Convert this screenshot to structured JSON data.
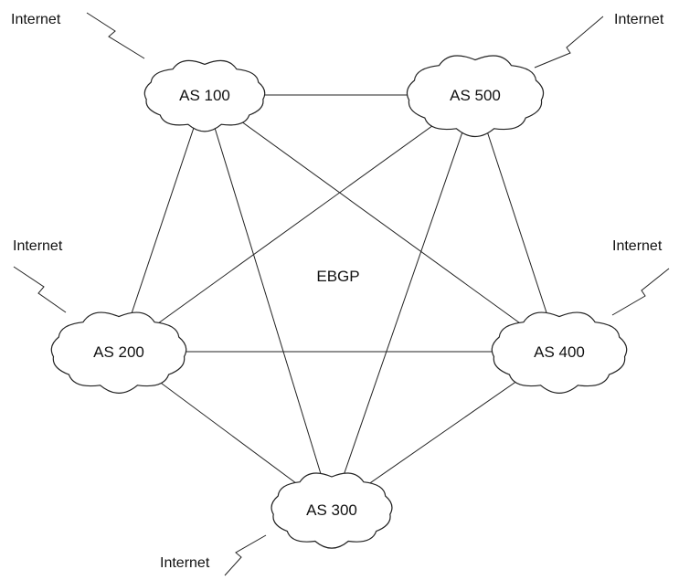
{
  "diagram": {
    "center_label": "EBGP",
    "nodes": [
      {
        "id": "as100",
        "label": "AS 100",
        "internet_label": "Internet"
      },
      {
        "id": "as500",
        "label": "AS 500",
        "internet_label": "Internet"
      },
      {
        "id": "as200",
        "label": "AS 200",
        "internet_label": "Internet"
      },
      {
        "id": "as400",
        "label": "AS 400",
        "internet_label": "Internet"
      },
      {
        "id": "as300",
        "label": "AS 300",
        "internet_label": "Internet"
      }
    ],
    "links": [
      [
        "as100",
        "as500"
      ],
      [
        "as100",
        "as200"
      ],
      [
        "as100",
        "as300"
      ],
      [
        "as100",
        "as400"
      ],
      [
        "as500",
        "as200"
      ],
      [
        "as500",
        "as300"
      ],
      [
        "as500",
        "as400"
      ],
      [
        "as200",
        "as400"
      ],
      [
        "as200",
        "as300"
      ],
      [
        "as400",
        "as300"
      ]
    ]
  }
}
